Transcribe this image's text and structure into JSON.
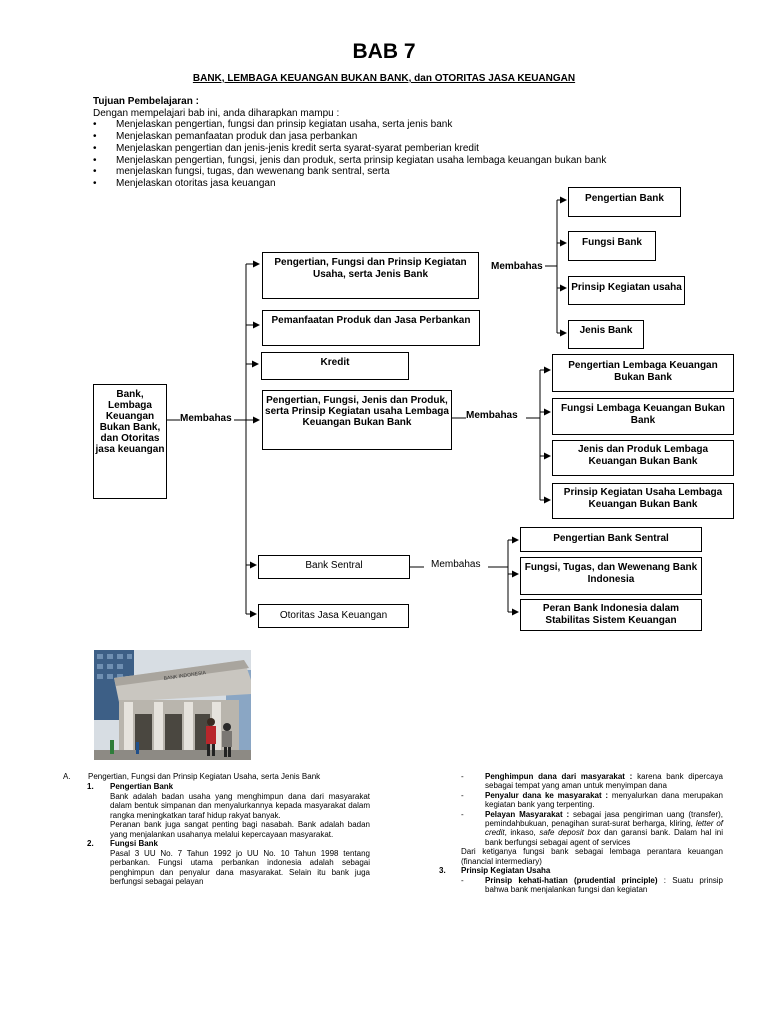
{
  "title": "BAB 7",
  "subtitle": "BANK, LEMBAGA KEUANGAN BUKAN BANK, dan OTORITAS JASA KEUANGAN",
  "objectives": {
    "heading": "Tujuan Pembelajaran :",
    "intro": "Dengan mempelajari bab ini, anda diharapkan mampu :",
    "items": [
      "Menjelaskan pengertian, fungsi dan prinsip kegiatan usaha, serta jenis bank",
      "Menjelaskan pemanfaatan produk dan jasa perbankan",
      "Menjelaskan pengertian dan jenis-jenis kredit serta syarat-syarat pemberian kredit",
      "Menjelaskan pengertian, fungsi, jenis dan produk, serta prinsip kegiatan usaha lembaga keuangan bukan bank",
      "menjelaskan fungsi, tugas, dan wewenang bank sentral, serta",
      "Menjelaskan otoritas jasa keuangan"
    ]
  },
  "diagram": {
    "root": "Bank, Lembaga Keuangan Bukan Bank, dan Otoritas jasa keuangan",
    "connector": "Membahas",
    "topics": [
      "Pengertian, Fungsi dan Prinsip Kegiatan Usaha, serta Jenis Bank",
      "Pemanfaatan Produk dan Jasa Perbankan",
      "Kredit",
      "Pengertian, Fungsi, Jenis dan Produk, serta Prinsip Kegiatan usaha Lembaga Keuangan Bukan Bank",
      "Bank Sentral",
      "Otoritas Jasa Keuangan"
    ],
    "bank_subtopics": [
      "Pengertian Bank",
      "Fungsi Bank",
      "Prinsip Kegiatan usaha",
      "Jenis Bank"
    ],
    "lkbb_subtopics": [
      "Pengertian Lembaga Keuangan Bukan Bank",
      "Fungsi Lembaga Keuangan Bukan Bank",
      "Jenis dan Produk Lembaga Keuangan Bukan Bank",
      "Prinsip Kegiatan Usaha Lembaga Keuangan Bukan Bank"
    ],
    "bs_subtopics": [
      "Pengertian Bank Sentral",
      "Fungsi, Tugas, dan Wewenang Bank Indonesia",
      "Peran Bank Indonesia dalam Stabilitas Sistem Keuangan"
    ]
  },
  "photo": {
    "sign_text": "BANK INDONESIA"
  },
  "body": {
    "section_a": {
      "letter": "A.",
      "title": "Pengertian, Fungsi dan Prinsip Kegiatan Usaha, serta Jenis Bank"
    },
    "item1": {
      "num": "1.",
      "title": "Pengertian Bank",
      "p1": "Bank adalah badan usaha yang menghimpun dana dari masyarakat dalam bentuk simpanan dan menyalurkannya kepada masyarakat dalam rangka meningkatkan taraf hidup rakyat banyak.",
      "p2": "Peranan bank juga sangat penting bagi nasabah. Bank adalah badan yang menjalankan usahanya melalui kepercayaan masyarakat."
    },
    "item2": {
      "num": "2.",
      "title": "Fungsi Bank",
      "p1": "Pasal 3 UU No. 7 Tahun 1992 jo UU No. 10 Tahun 1998 tentang perbankan. Fungsi utama perbankan indonesia adalah sebagai penghimpun dan penyalur dana masyarakat. Selain itu bank juga berfungsi sebagai pelayan"
    },
    "right": {
      "b1_title": "Penghimpun dana dari masyarakat :",
      "b1_text": "karena bank dipercaya sebagai tempat yang aman untuk menyimpan dana",
      "b2_title": "Penyalur dana ke masyarakat :",
      "b2_text": "menyalurkan dana merupakan kegiatan bank yang terpenting.",
      "b3_title": "Pelayan Masyarakat :",
      "b3_text_a": "sebagai jasa pengiriman uang (transfer), pemindahbukuan, penagihan surat-surat berharga, kliring,",
      "b3_italic1": "letter of credit",
      "b3_text_b": ", inkaso,",
      "b3_italic2": "safe deposit box",
      "b3_text_c": "dan garansi bank. Dalam hal ini bank berfungsi sebagai agent of services",
      "summary": "Dari ketiganya fungsi bank sebagai lembaga perantara keuangan (financial intermediary)",
      "item3_num": "3.",
      "item3_title": "Prinsip Kegiatan Usaha",
      "b4_title": "Prinsip kehati-hatian (prudential principle)",
      "b4_text": ": Suatu prinsip bahwa bank menjalankan fungsi dan kegiatan",
      "dash": "-"
    }
  }
}
